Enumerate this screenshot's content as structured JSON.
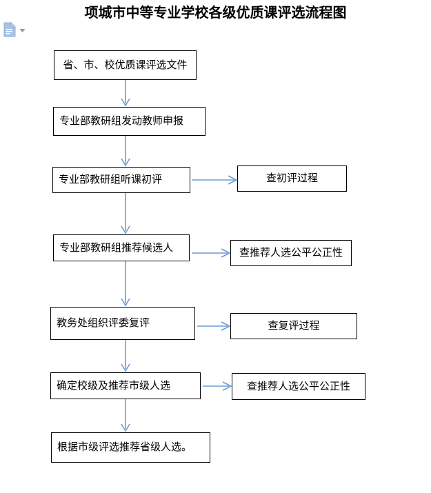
{
  "page": {
    "title": "项城市中等专业学校各级优质课评选流程图",
    "background_color": "#ffffff",
    "line_color": "#6a9cd4",
    "box_border_color": "#000000",
    "text_color": "#000000"
  },
  "toolbar": {
    "doc_icon_name": "document-icon",
    "doc_icon_color": "#a8c4e4",
    "caret_icon_name": "chevron-down-icon",
    "caret_icon_color": "#7f9db9"
  },
  "flowchart": {
    "type": "flowchart",
    "orientation": "top-to-bottom",
    "main_steps": [
      {
        "id": "n1",
        "label": "省、市、校优质课评选文件"
      },
      {
        "id": "n2",
        "label": "专业部教研组发动教师申报"
      },
      {
        "id": "n3",
        "label": "专业部教研组听课初评"
      },
      {
        "id": "n4",
        "label": "专业部教研组推荐候选人"
      },
      {
        "id": "n5",
        "label": "教务处组织评委复评"
      },
      {
        "id": "n6",
        "label": "确定校级及推荐市级人选"
      },
      {
        "id": "n7",
        "label": "根据市级评选推荐省级人选。"
      }
    ],
    "side_steps": [
      {
        "id": "s1",
        "label": "查初评过程",
        "from": "n3"
      },
      {
        "id": "s2",
        "label": "查推荐人选公平公正性",
        "from": "n4"
      },
      {
        "id": "s3",
        "label": "查复评过程",
        "from": "n5"
      },
      {
        "id": "s4",
        "label": "查推荐人选公平公正性",
        "from": "n6"
      }
    ],
    "edges": [
      {
        "from": "n1",
        "to": "n2",
        "direction": "down"
      },
      {
        "from": "n2",
        "to": "n3",
        "direction": "down"
      },
      {
        "from": "n3",
        "to": "n4",
        "direction": "down"
      },
      {
        "from": "n4",
        "to": "n5",
        "direction": "down"
      },
      {
        "from": "n5",
        "to": "n6",
        "direction": "down"
      },
      {
        "from": "n6",
        "to": "n7",
        "direction": "down"
      },
      {
        "from": "n3",
        "to": "s1",
        "direction": "right"
      },
      {
        "from": "n4",
        "to": "s2",
        "direction": "right"
      },
      {
        "from": "n5",
        "to": "s3",
        "direction": "right"
      },
      {
        "from": "n6",
        "to": "s4",
        "direction": "right"
      }
    ]
  }
}
